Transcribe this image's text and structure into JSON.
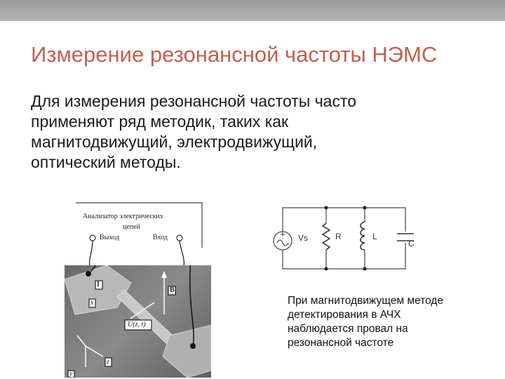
{
  "slide": {
    "title": "Измерение резонансной частоты НЭМС",
    "body_lines": [
      "Для измерения резонансной частоты часто",
      "применяют ряд методик, таких как",
      "магнитодвижущий, электродвижущий,",
      "оптический методы."
    ],
    "caption_lines": [
      "При магнитодвижущем методе",
      "детектирования в АЧХ",
      "наблюдается провал на",
      "резонансной частоте"
    ]
  },
  "figure": {
    "analyzer_lines": [
      "Анализатор электрических",
      "цепей"
    ],
    "output_label": "Выход",
    "input_label": "Вход",
    "current_label": "I",
    "field_label": "B",
    "x_label": "x",
    "z_label": "z",
    "y_label": "y",
    "displacement_label": "U(z, t)"
  },
  "circuit": {
    "source_label": "Vs",
    "resistor_label": "R",
    "inductor_label": "L",
    "capacitor_label": "C"
  },
  "colors": {
    "title": "#c06050",
    "top_bar": "#a8a8a8"
  }
}
